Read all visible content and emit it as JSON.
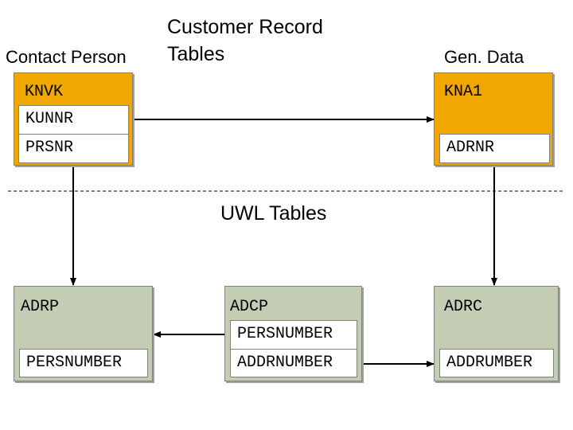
{
  "header": {
    "contact_person": "Contact Person",
    "customer_record_line1": "Customer Record",
    "customer_record_line2": "Tables",
    "gen_data": "Gen. Data"
  },
  "uwl_label": "UWL Tables",
  "tables": {
    "knvk": {
      "name": "KNVK",
      "fields": [
        "KUNNR",
        "PRSNR"
      ]
    },
    "kna1": {
      "name": "KNA1",
      "fields": [
        "ADRNR"
      ]
    },
    "adrp": {
      "name": "ADRP",
      "fields": [
        "PERSNUMBER"
      ]
    },
    "adcp": {
      "name": "ADCP",
      "fields": [
        "PERSNUMBER",
        "ADDRNUMBER"
      ]
    },
    "adrc": {
      "name": "ADRC",
      "fields": [
        "ADDRUMBER"
      ]
    }
  },
  "colors": {
    "customer_table": "#f0a800",
    "uwl_table": "#c2cdb4",
    "field_bg": "#ffffff",
    "arrow": "#000000"
  }
}
